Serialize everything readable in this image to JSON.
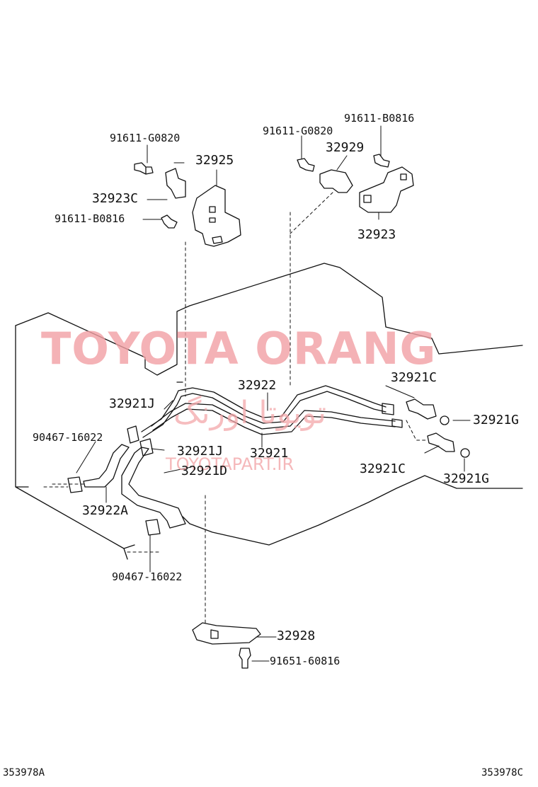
{
  "watermark": {
    "main": "TOYOTA ORANG",
    "persian": "تویوتا اورنگ",
    "url": "TOYOTAPART.IR"
  },
  "labels": {
    "bolt_91611_g0820_left": "91611-G0820",
    "part_32925": "32925",
    "part_32923c": "32923C",
    "bolt_91611_b0816_left": "91611-B0816",
    "bolt_91611_b0816_right": "91611-B0816",
    "bolt_91611_g0820_right": "91611-G0820",
    "part_32929": "32929",
    "part_32923": "32923",
    "part_32922": "32922",
    "part_32921c_top": "32921C",
    "part_32921j_top": "32921J",
    "part_32921g_top": "32921G",
    "clamp_90467_top": "90467-16022",
    "part_32921j_mid": "32921J",
    "part_32921": "32921",
    "part_32921d": "32921D",
    "part_32921c_bottom": "32921C",
    "part_32921g_bottom": "32921G",
    "part_32922a": "32922A",
    "clamp_90467_bottom": "90467-16022",
    "part_32928": "32928",
    "bolt_91651_60816": "91651-60816"
  },
  "footer": {
    "left_id": "353978A",
    "right_id": "353978C"
  }
}
